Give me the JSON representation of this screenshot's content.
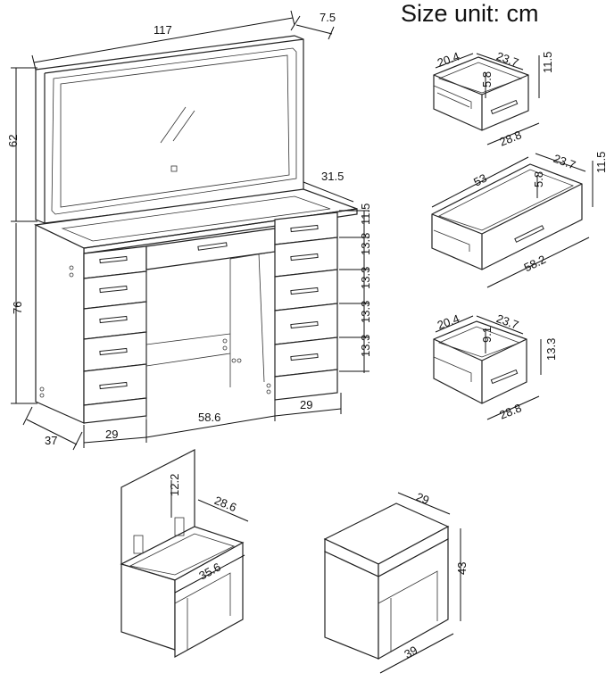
{
  "title": "Size unit: cm",
  "vanity": {
    "mirror_width": "117",
    "mirror_depth": "7.5",
    "mirror_height": "62",
    "top_depth": "31.5",
    "drawer_h_top": "11.5",
    "drawer_h1": "13.3",
    "drawer_h2": "13.3",
    "drawer_h3": "13.3",
    "drawer_h4": "13.3",
    "table_height": "76",
    "table_depth": "37",
    "cabinet_width_left": "29",
    "knee_width": "58.6",
    "cabinet_width_right": "29"
  },
  "drawer_small_top": {
    "w": "20.4",
    "d": "23.7",
    "inner_h": "5.8",
    "h": "11.5",
    "front_w": "28.8"
  },
  "drawer_wide": {
    "w": "53",
    "d": "23.7",
    "inner_h": "5.8",
    "h": "11.5",
    "front_w": "58.2"
  },
  "drawer_small": {
    "w": "20.4",
    "d": "23.7",
    "inner_h": "9.1",
    "h": "13.3",
    "front_w": "28.8"
  },
  "stool_open": {
    "lid_h": "12.2",
    "depth": "28.6",
    "width": "35.6"
  },
  "stool": {
    "depth": "29",
    "height": "43",
    "width": "39"
  }
}
